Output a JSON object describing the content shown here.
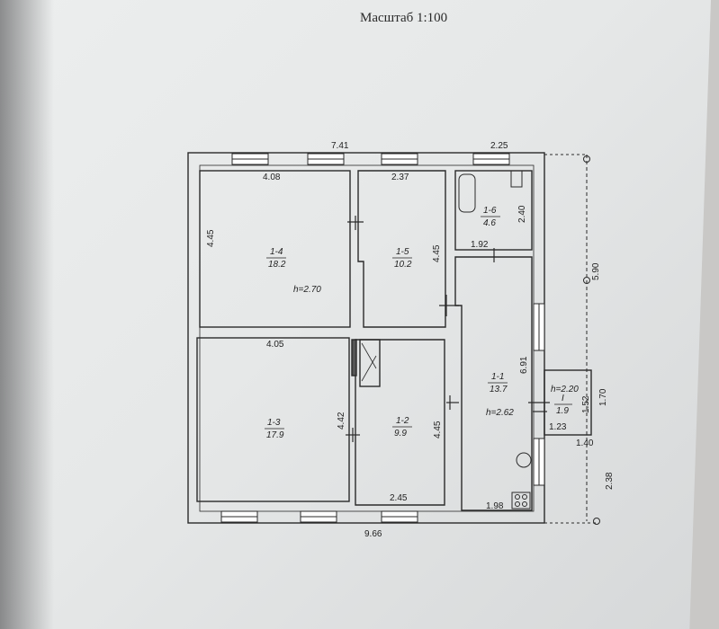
{
  "scale_title": "Масштаб 1:100",
  "dimensions": {
    "top_total": "7.41",
    "top_right": "2.25",
    "bottom_total": "9.66",
    "room14_width": "4.08",
    "room14_height": "4.45",
    "room15_width": "2.37",
    "room15_height": "4.45",
    "room16_height": "2.40",
    "room16_width": "1.92",
    "room13_width": "4.05",
    "room13_height": "4.42",
    "room12_height": "4.45",
    "room12_width": "2.45",
    "room11_height": "6.91",
    "room11_width": "1.98",
    "right_upper": "5.90",
    "right_lower": "2.38",
    "porch_width_1": "1.23",
    "porch_width_2": "1.40",
    "porch_height_1": "1.52",
    "porch_height_2": "1.70"
  },
  "rooms": [
    {
      "id": "1-4",
      "area": "18.2"
    },
    {
      "id": "1-5",
      "area": "10.2"
    },
    {
      "id": "1-6",
      "area": "4.6"
    },
    {
      "id": "1-3",
      "area": "17.9"
    },
    {
      "id": "1-2",
      "area": "9.9"
    },
    {
      "id": "1-1",
      "area": "13.7"
    },
    {
      "id": "I",
      "area": "1.9"
    }
  ],
  "heights": {
    "main": "h=2.70",
    "room11": "h=2.62",
    "porch": "h=2.20"
  }
}
